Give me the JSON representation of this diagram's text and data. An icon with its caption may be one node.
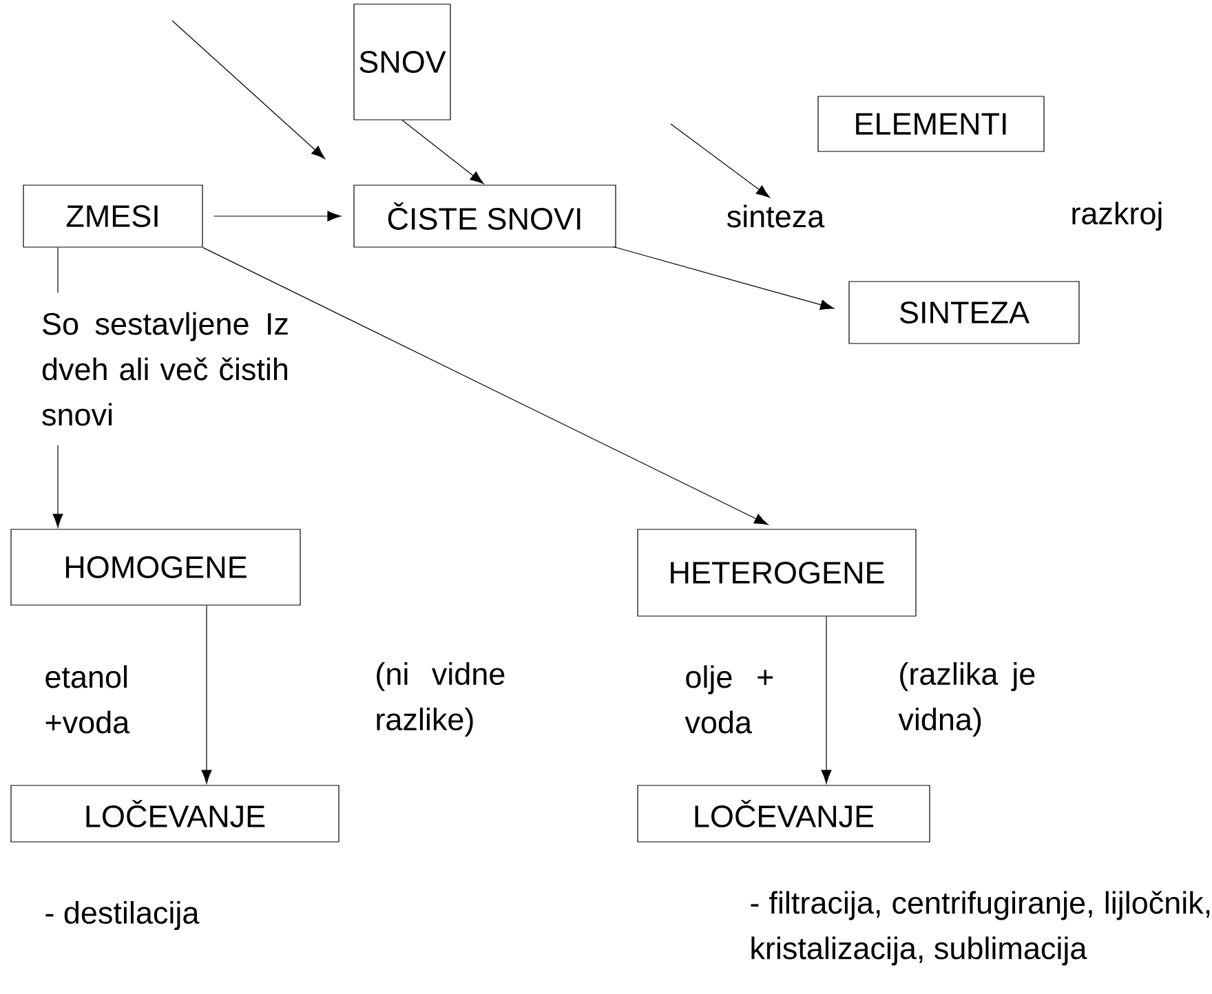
{
  "diagram": {
    "nodes": [
      {
        "text": [
          "SNOV"
        ]
      },
      {
        "text": [
          "ELEMENTI"
        ]
      },
      {
        "text": [
          "ZMESI"
        ]
      },
      {
        "text": [
          "ČISTE SNOVI"
        ]
      },
      {
        "text": [
          "SINTEZA"
        ]
      },
      {
        "text": [
          "HOMOGENE"
        ]
      },
      {
        "text": [
          "HETEROGENE"
        ]
      },
      {
        "text": [
          "LOČEVANJE"
        ]
      },
      {
        "text": [
          "LOČEVANJE"
        ]
      },
      {
        "text": [
          "sinteza"
        ]
      },
      {
        "text": [
          "So sestavljene Iz dveh ali več čistih snovi"
        ]
      }
    ],
    "edges": [
      {
        "from": null,
        "to": 3,
        "arrow": "to"
      },
      {
        "from": 0,
        "to": 3,
        "arrow": "to"
      },
      {
        "from": 2,
        "to": 3,
        "arrow": "to"
      },
      {
        "from": null,
        "to": 9,
        "arrow": "to"
      },
      {
        "from": 3,
        "to": 4,
        "arrow": "to"
      },
      {
        "from": 2,
        "to": 6,
        "arrow": "to"
      },
      {
        "from": 2,
        "to": 10,
        "arrow": "none"
      },
      {
        "from": 10,
        "to": 5,
        "arrow": "to"
      },
      {
        "from": 5,
        "to": 7,
        "arrow": "to"
      },
      {
        "from": 6,
        "to": 8,
        "arrow": "to"
      }
    ],
    "labels": [
      "razkroj",
      "etanol +voda",
      "(ni vidne razlike)",
      "olje + voda",
      "(razlika je vidna)",
      "- destilacija",
      "- filtracija, centrifugiranje, lijločnik, kristalizacija, sublimacija"
    ]
  }
}
